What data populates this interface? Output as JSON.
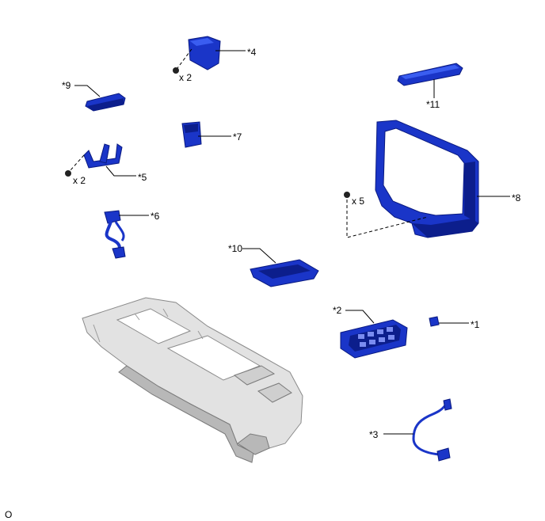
{
  "labels": {
    "p1": "*1",
    "p2": "*2",
    "p3": "*3",
    "p4": "*4",
    "p5": "*5",
    "p6": "*6",
    "p7": "*7",
    "p8": "*8",
    "p9": "*9",
    "p10": "*10",
    "p11": "*11"
  },
  "quantities": {
    "screw_p4": "x 2",
    "screw_p5": "x 2",
    "clip_p8": "x 5"
  },
  "footer_code": "O",
  "colors": {
    "part_blue": "#1a35c8",
    "console_grey": "#e2e2e2"
  }
}
